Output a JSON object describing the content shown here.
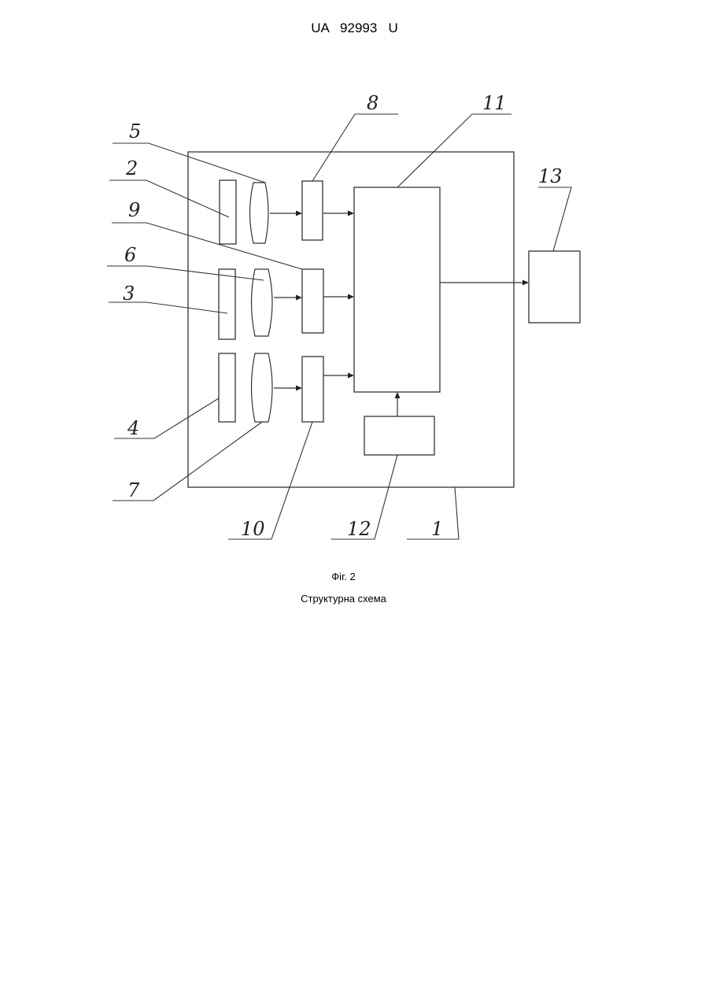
{
  "header": {
    "doc_number": "UA   92993   U"
  },
  "figure": {
    "labels": {
      "l1": "1",
      "l2": "2",
      "l3": "3",
      "l4": "4",
      "l5": "5",
      "l6": "6",
      "l7": "7",
      "l8": "8",
      "l9": "9",
      "l10": "10",
      "l11": "11",
      "l12": "12",
      "l13": "13"
    },
    "caption_fig": "Фіг. 2",
    "caption_title": "Структурна схема"
  }
}
